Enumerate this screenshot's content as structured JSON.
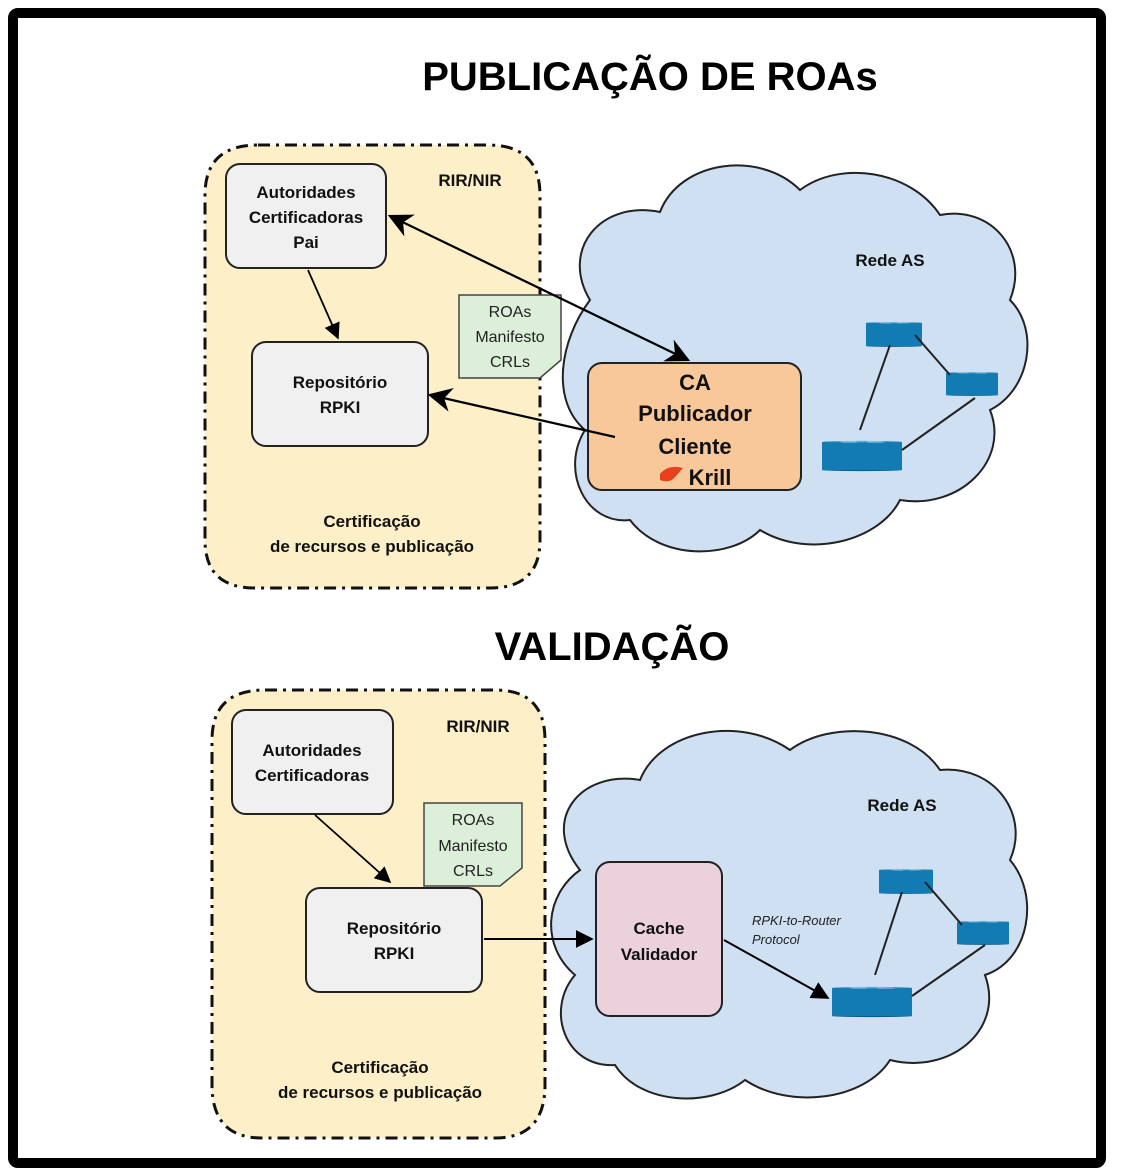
{
  "top": {
    "title": "PUBLICAÇÃO DE ROAs",
    "region_label": "RIR/NIR",
    "parent_ca": [
      "Autoridades",
      "Certificadoras",
      "Pai"
    ],
    "repository": [
      "Repositório",
      "RPKI"
    ],
    "objects_note": [
      "ROAs",
      "Manifesto",
      "CRLs"
    ],
    "footer": [
      "Certificação",
      "de recursos e publicação"
    ],
    "network_label": "Rede AS",
    "client_box": [
      "CA",
      "Publicador",
      "Cliente"
    ],
    "brand": "Krill"
  },
  "bottom": {
    "title": "VALIDAÇÃO",
    "region_label": "RIR/NIR",
    "ca": [
      "Autoridades",
      "Certificadoras"
    ],
    "repository": [
      "Repositório",
      "RPKI"
    ],
    "objects_note": [
      "ROAs",
      "Manifesto",
      "CRLs"
    ],
    "footer": [
      "Certificação",
      "de recursos e publicação"
    ],
    "network_label": "Rede AS",
    "validator_box": [
      "Cache",
      "Validador"
    ],
    "protocol_label": [
      "RPKI-to-Router",
      "Protocol"
    ]
  },
  "colors": {
    "region_fill": "#fdf0c8",
    "cloud_fill": "#cfe0f3",
    "box_fill": "#f0f0f0",
    "note_fill": "#dcefd8",
    "client_fill": "#f8c89a",
    "validator_fill": "#ead1dc",
    "router_fill": "#1e8fc8",
    "brand_color": "#e8401c"
  }
}
